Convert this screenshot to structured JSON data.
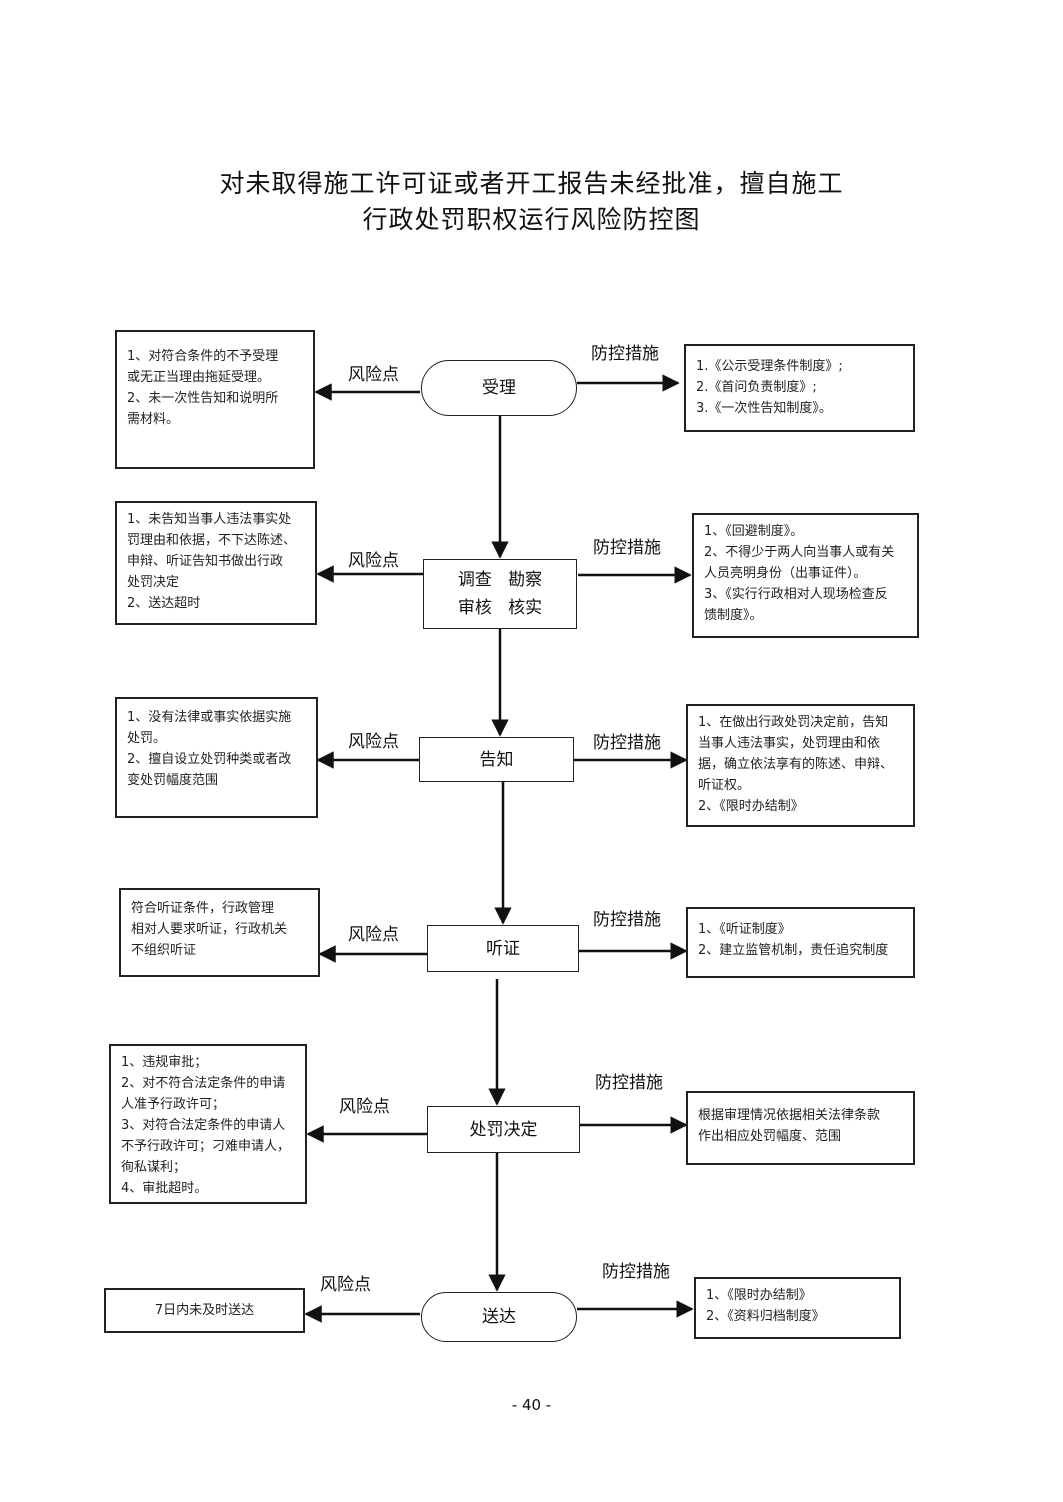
{
  "title": {
    "line1": "对未取得施工许可证或者开工报告未经批准，擅自施工",
    "line2": "行政处罚职权运行风险防控图"
  },
  "labels": {
    "risk": "风险点",
    "control": "防控措施"
  },
  "steps": [
    {
      "name": "受理",
      "lines": [
        "受理"
      ],
      "risks": [
        "1、对符合条件的不予受理",
        "或无正当理由拖延受理。",
        "2、未一次性告知和说明所",
        "需材料。"
      ],
      "controls": [
        "1.《公示受理条件制度》;",
        "2.《首问负责制度》;",
        "3.《一次性告知制度》。"
      ]
    },
    {
      "name": "调查勘察审核核实",
      "lines": [
        "调查   勘察",
        "审核   核实"
      ],
      "risks": [
        "1、未告知当事人违法事实处",
        "罚理由和依据，不下达陈述、",
        "申辩、听证告知书做出行政",
        "处罚决定",
        "2、送达超时"
      ],
      "controls": [
        "1、《回避制度》。",
        "2、不得少于两人向当事人或有关",
        "人员亮明身份（出事证件）。",
        "3、《实行行政相对人现场检查反",
        "馈制度》。"
      ]
    },
    {
      "name": "告知",
      "lines": [
        "告知"
      ],
      "risks": [
        "1、没有法律或事实依据实施",
        "处罚。",
        "2、擅自设立处罚种类或者改",
        "变处罚幅度范围"
      ],
      "controls": [
        "1、在做出行政处罚决定前，告知",
        "当事人违法事实，处罚理由和依",
        "据，确立依法享有的陈述、申辩、",
        "听证权。",
        "2、《限时办结制》"
      ]
    },
    {
      "name": "听证",
      "lines": [
        "听证"
      ],
      "risks": [
        "   符合听证条件，行政管理",
        "相对人要求听证，行政机关",
        "不组织听证"
      ],
      "controls": [
        "1、《听证制度》",
        "2、建立监管机制，责任追究制度"
      ]
    },
    {
      "name": "处罚决定",
      "lines": [
        "处罚决定"
      ],
      "risks": [
        "1、违规审批；",
        "2、对不符合法定条件的申请",
        "人准予行政许可；",
        "3、对符合法定条件的申请人",
        "不予行政许可；刁难申请人，",
        "徇私谋利；",
        "4、审批超时。"
      ],
      "controls": [
        "根据审理情况依据相关法律条款",
        "作出相应处罚幅度、范围"
      ]
    },
    {
      "name": "送达",
      "lines": [
        "送达"
      ],
      "risks": [
        "7日内未及时送达"
      ],
      "controls": [
        "1、《限时办结制》",
        "2、《资料归档制度》"
      ]
    }
  ],
  "page_number": "- 40 -"
}
